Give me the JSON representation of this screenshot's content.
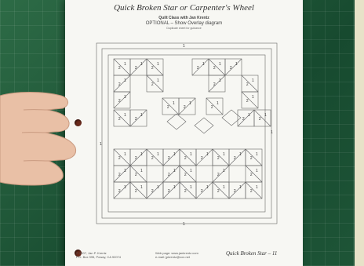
{
  "paper": {
    "title": "Quick Broken Star or Carpenter's Wheel",
    "subtitle": "Quilt Class with Jan Krentz",
    "heading": "OPTIONAL – Show Overlay diagram",
    "note": "Duplicate sheet for guidance",
    "footer_copyright": "© 2007, Jan P. Krentz",
    "footer_address": "P.O. Box 995, Poway, CA 92074",
    "footer_web": "Web page: www.jankrentz.com",
    "footer_email": "e-mail: jpkrentz@cox.net",
    "footer_page": "Quick Broken Star – 11"
  },
  "diagram": {
    "piece_labels": [
      "1",
      "2"
    ],
    "border_label": "1"
  },
  "colors": {
    "mat": "#1f5a3a",
    "paper": "#f7f7f3",
    "hole": "#6b2a1c",
    "line": "#555555"
  }
}
